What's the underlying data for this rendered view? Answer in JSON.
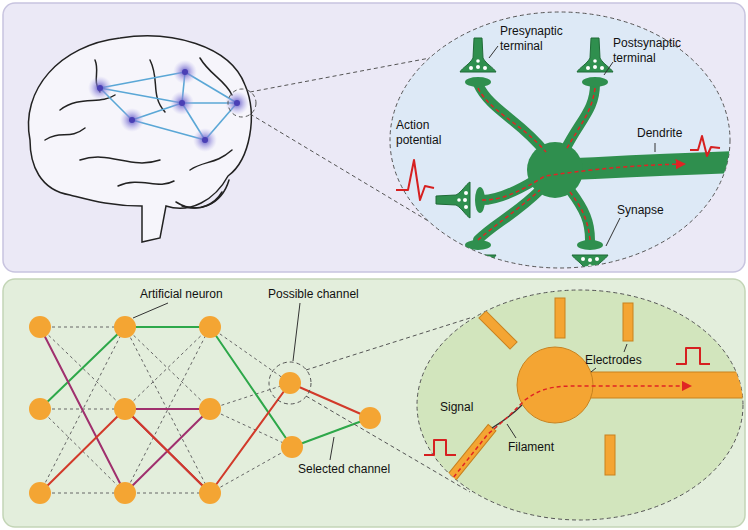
{
  "diagram": {
    "labels": [
      "Presynaptic terminal",
      "Postsynaptic terminal",
      "Action potential",
      "Dendrite",
      "Synapse",
      "Artificial neuron",
      "Possible channel",
      "Selected channel",
      "Electrodes",
      "Signal",
      "Filament"
    ]
  }
}
